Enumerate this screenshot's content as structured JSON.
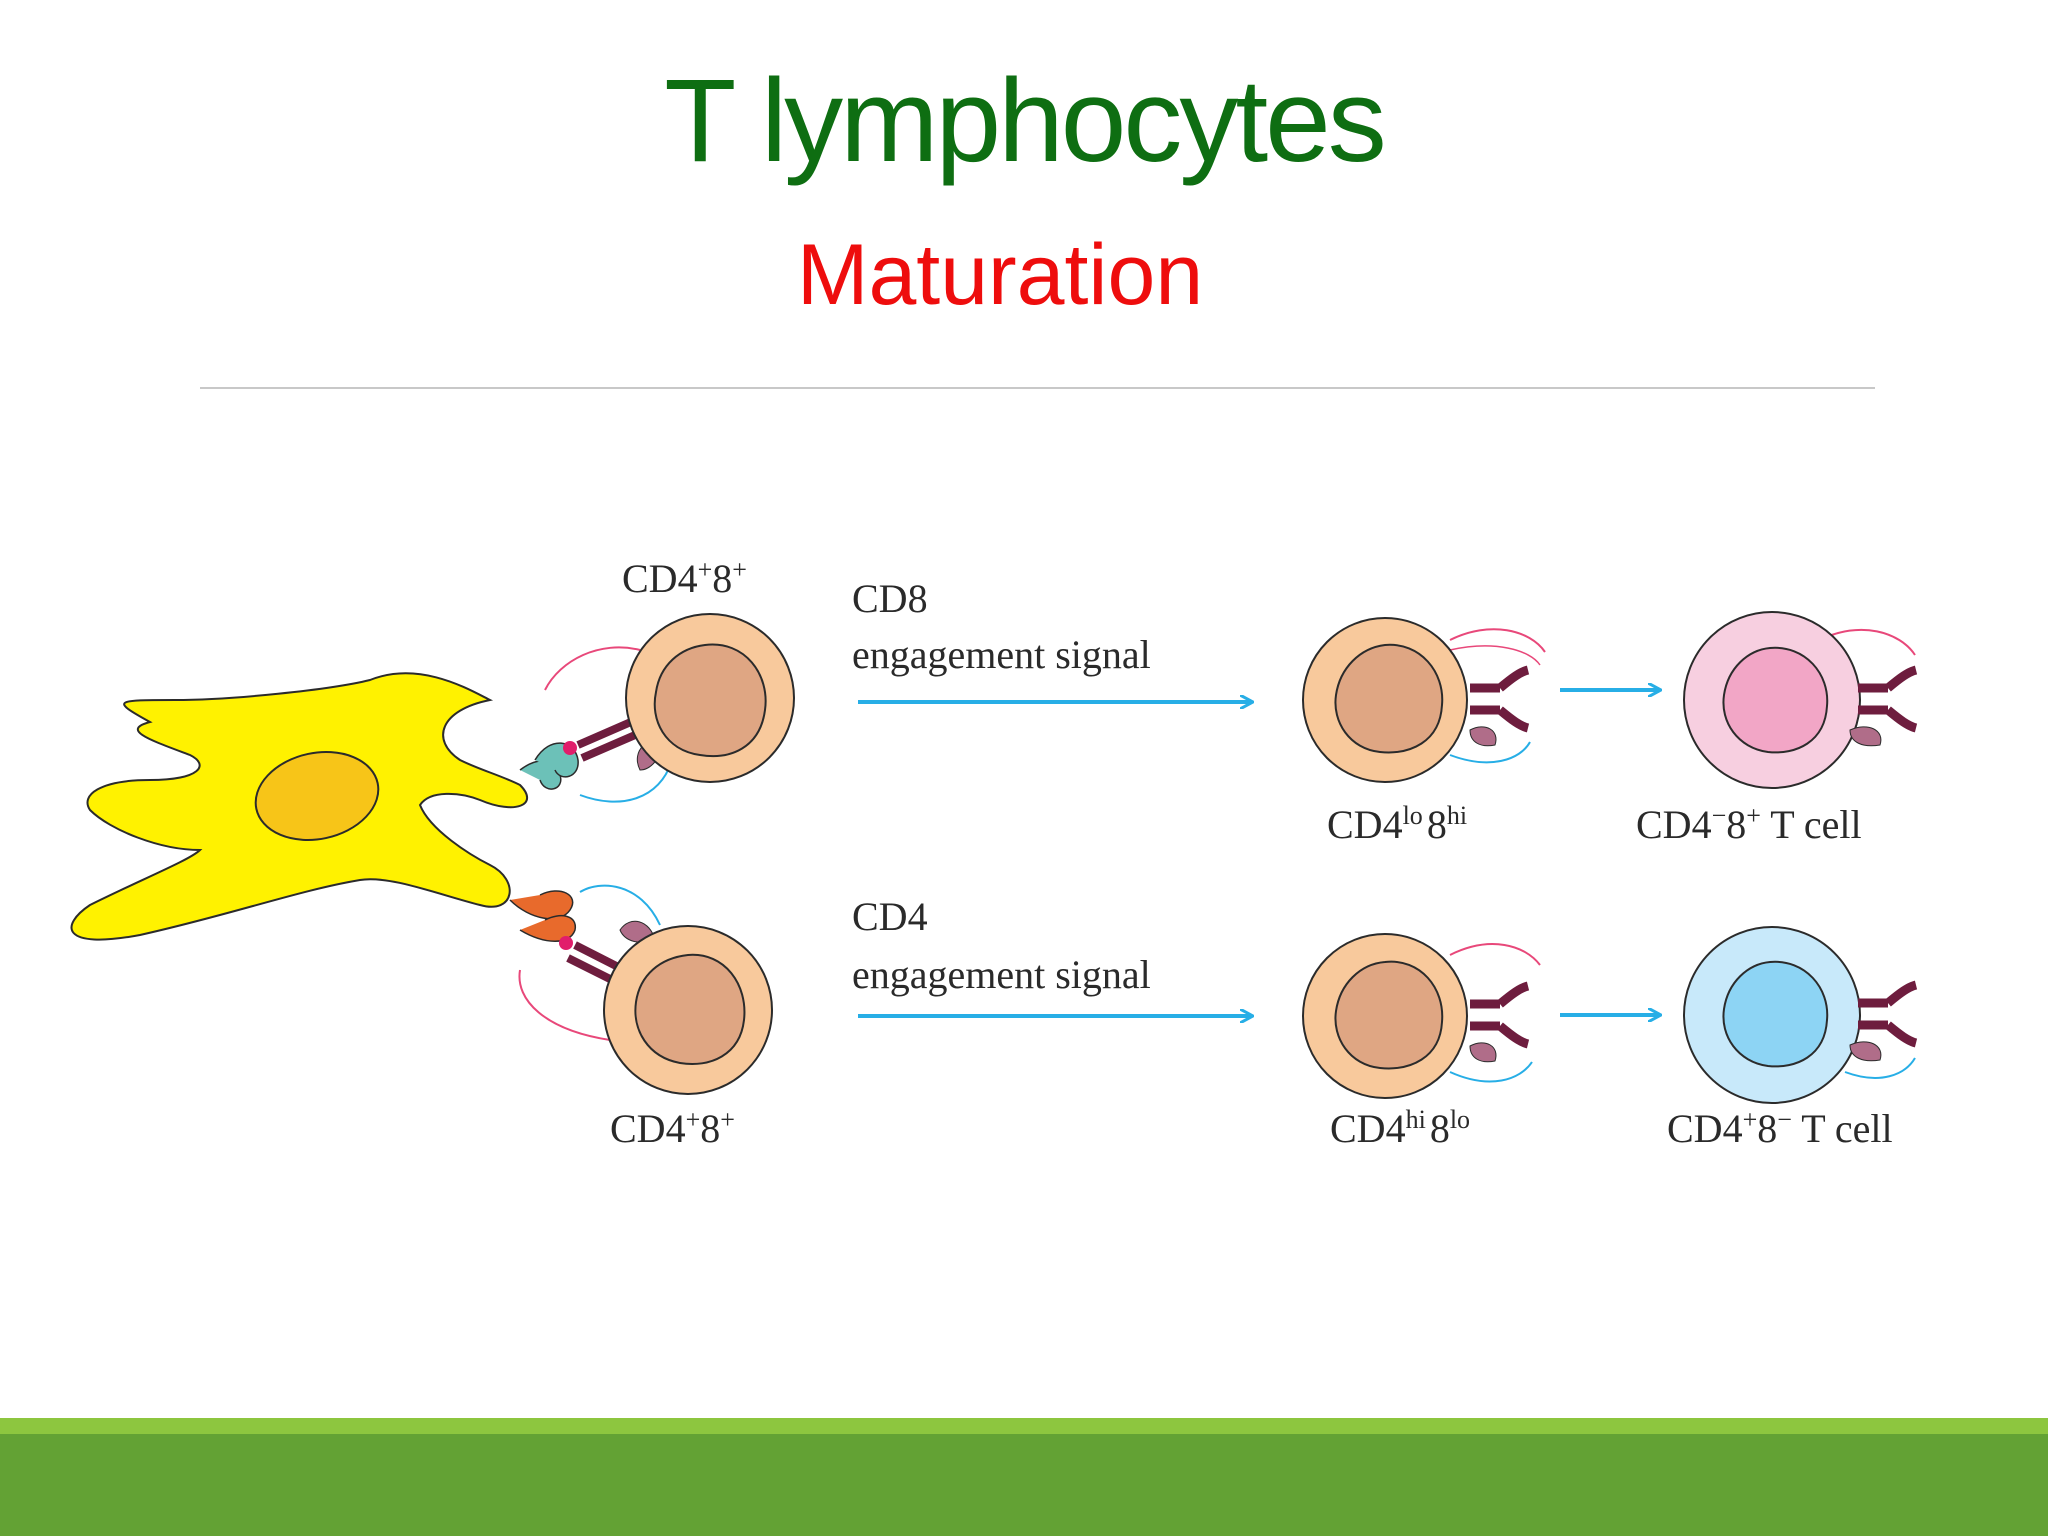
{
  "slide": {
    "title": "T lymphocytes",
    "subtitle": "Maturation"
  },
  "diagram": {
    "top_cell_label": {
      "base": "CD4",
      "sup1": "+",
      "mid": "8",
      "sup2": "+"
    },
    "bottom_cell_label": {
      "base": "CD4",
      "sup1": "+",
      "mid": "8",
      "sup2": "+"
    },
    "top_signal": {
      "line1": "CD8",
      "line2": "engagement signal"
    },
    "bottom_signal": {
      "line1": "CD4",
      "line2": "engagement signal"
    },
    "top_intermediate_label": {
      "base": "CD4",
      "sup1": "lo",
      "mid": "8",
      "sup2": "hi"
    },
    "top_final_label": {
      "base": "CD4",
      "sup1": "−",
      "mid": "8",
      "sup2": "+",
      "tail": " T cell"
    },
    "bottom_intermediate_label": {
      "base": "CD4",
      "sup1": "hi",
      "mid": "8",
      "sup2": "lo"
    },
    "bottom_final_label": {
      "base": "CD4",
      "sup1": "+",
      "mid": "8",
      "sup2": "−",
      "tail": " T cell"
    }
  },
  "colors": {
    "title": "#0e6e12",
    "subtitle": "#ee0d0d",
    "arrow": "#27aee6",
    "apc_body": "#fff200",
    "apc_nucleus": "#f7c518",
    "tcell_outer": "#f8c99c",
    "tcell_nucleus": "#dfa683",
    "cd8_cell_outer": "#f7cfe0",
    "cd8_cell_nucleus": "#f2a6c6",
    "cd4_cell_outer": "#c8e9fa",
    "cd4_cell_nucleus": "#8dd4f4",
    "receptor": "#6e1d3e",
    "footer_stripe": "#8dc63f",
    "footer_bar": "#63a234"
  }
}
